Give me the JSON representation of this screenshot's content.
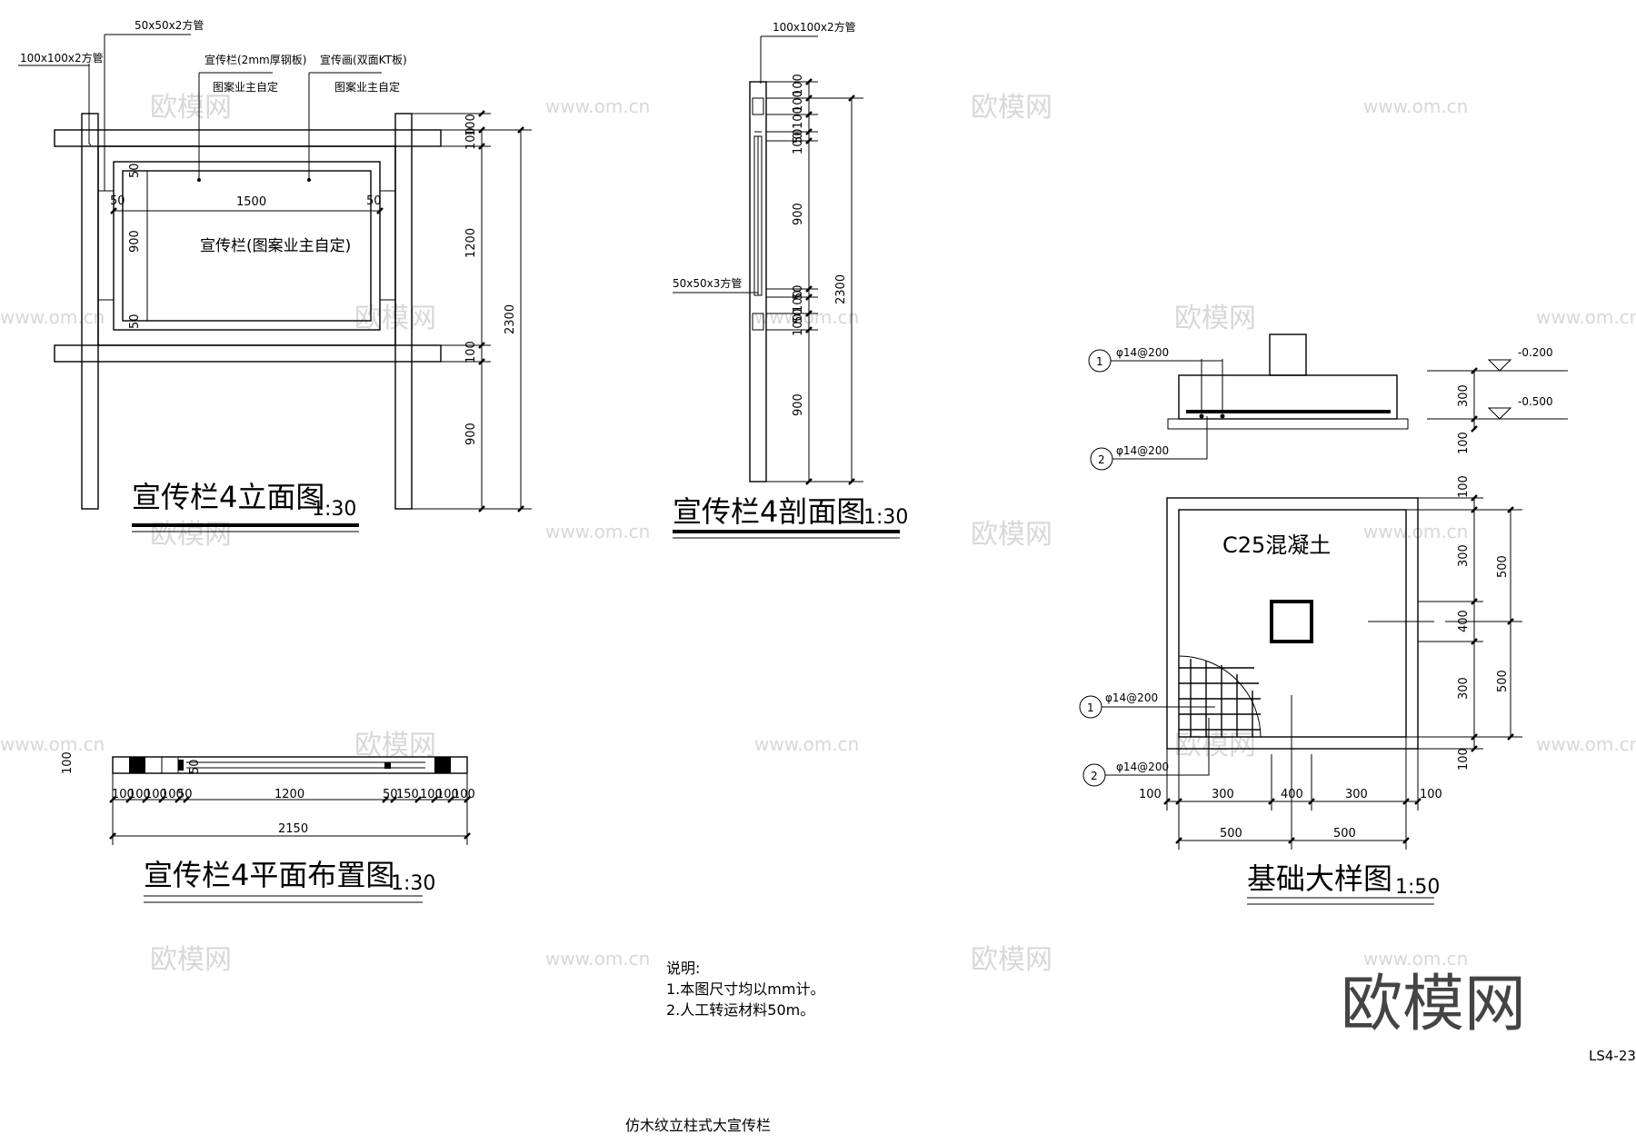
{
  "drawing": {
    "sheet_title": "仿木纹立柱式大宣传栏",
    "sheet_number": "LS4-23",
    "logo_text": "欧模网",
    "watermark_cn": "欧模网",
    "watermark_url": "www.om.cn"
  },
  "elevation": {
    "title": "宣传栏4立面图",
    "scale": "1:30",
    "labels": {
      "tube100": "100x100x2方管",
      "tube50": "50x50x2方管",
      "panel_a": "宣传栏(2mm厚钢板)",
      "panel_a_note": "图案业主自定",
      "panel_b": "宣传画(双面KT板)",
      "panel_b_note": "图案业主自定",
      "center_text": "宣传栏(图案业主自定)"
    },
    "dims": {
      "d1500": "1500",
      "d900": "900",
      "d50a": "50",
      "d50b": "50",
      "d50c": "50",
      "d50d": "50",
      "d100a": "100",
      "d100b": "100",
      "d1200": "1200",
      "d100c": "100",
      "d900b": "900",
      "d2300": "2300"
    }
  },
  "section": {
    "title": "宣传栏4剖面图",
    "scale": "1:30",
    "labels": {
      "tube100": "100x100x2方管",
      "tube50": "50x50x3方管"
    },
    "dims": {
      "s100a": "100",
      "s100b": "100",
      "s100c": "100",
      "s50a": "50",
      "s100d": "100",
      "s900": "900",
      "s50b": "50",
      "s100e": "100",
      "s50c": "50",
      "s100f": "100",
      "s900b": "900",
      "s2300": "2300"
    }
  },
  "plan": {
    "title": "宣传栏4平面布置图",
    "scale": "1:30",
    "dims": {
      "p100h": "100",
      "p50v": "50",
      "b1": "100",
      "b2": "100",
      "b3": "100",
      "b4": "100",
      "b5": "50",
      "b6": "1200",
      "b7": "50",
      "b8": "150",
      "b9": "100",
      "b10": "100",
      "b11": "100",
      "total": "2150"
    }
  },
  "foundation": {
    "title": "基础大样图",
    "scale": "1:50",
    "concrete": "C25混凝土",
    "rebar1": "φ14@200",
    "rebar2": "φ14@200",
    "rebar3": "φ14@200",
    "rebar4": "φ14@200",
    "mark1": "1",
    "mark2": "2",
    "mark3": "1",
    "mark4": "2",
    "elev1": "-0.200",
    "elev2": "-0.500",
    "dims": {
      "f300": "300",
      "f100": "100",
      "r100a": "100",
      "r300a": "300",
      "r500a": "500",
      "r400": "400",
      "r300b": "300",
      "r500b": "500",
      "r100b": "100",
      "h100a": "100",
      "h300a": "300",
      "h400": "400",
      "h300b": "300",
      "h100b": "100",
      "h500a": "500",
      "h500b": "500"
    }
  },
  "notes": {
    "heading": "说明:",
    "line1": "1.本图尺寸均以mm计。",
    "line2": "2.人工转运材料50m。"
  }
}
